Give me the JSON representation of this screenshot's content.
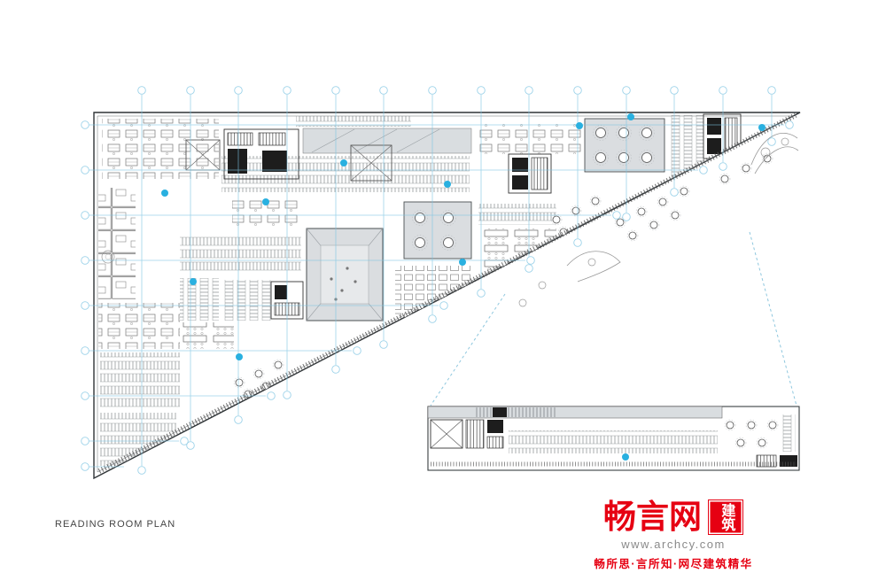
{
  "page": {
    "background": "#ffffff",
    "plan_title": "READING ROOM PLAN"
  },
  "plan": {
    "name": "reading-room-floor-plan",
    "grid_color": "#7cc4e2",
    "wall_color": "#2f3437",
    "shade_color": "#d9dde0",
    "marker_color": "#29b0e0"
  },
  "watermark": {
    "brand": "畅言网",
    "badge": "建筑",
    "url": "www.archcy.com",
    "tagline": "畅所思·言所知·网尽建筑精华",
    "brand_color": "#e60012"
  }
}
